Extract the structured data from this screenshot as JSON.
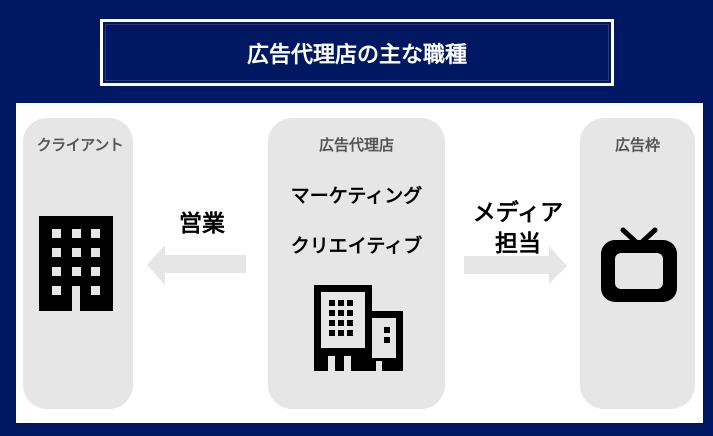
{
  "title": "広告代理店の主な職種",
  "colors": {
    "background": "#001862",
    "panel": "#ffffff",
    "card": "#e6e6e6",
    "card_label": "#555555",
    "arrow": "#e6e6e6",
    "icon": "#000000"
  },
  "cards": {
    "client": {
      "label": "クライアント",
      "icon": "office-building-icon"
    },
    "agency": {
      "label": "広告代理店",
      "roles": [
        "マーケティング",
        "クリエイティブ"
      ],
      "icon": "office-buildings-icon"
    },
    "ad_space": {
      "label": "広告枠",
      "icon": "tv-icon"
    }
  },
  "arrows": {
    "left": {
      "label": "営業",
      "direction": "left"
    },
    "right": {
      "label_line1": "メディア",
      "label_line2": "担当",
      "direction": "right"
    }
  }
}
